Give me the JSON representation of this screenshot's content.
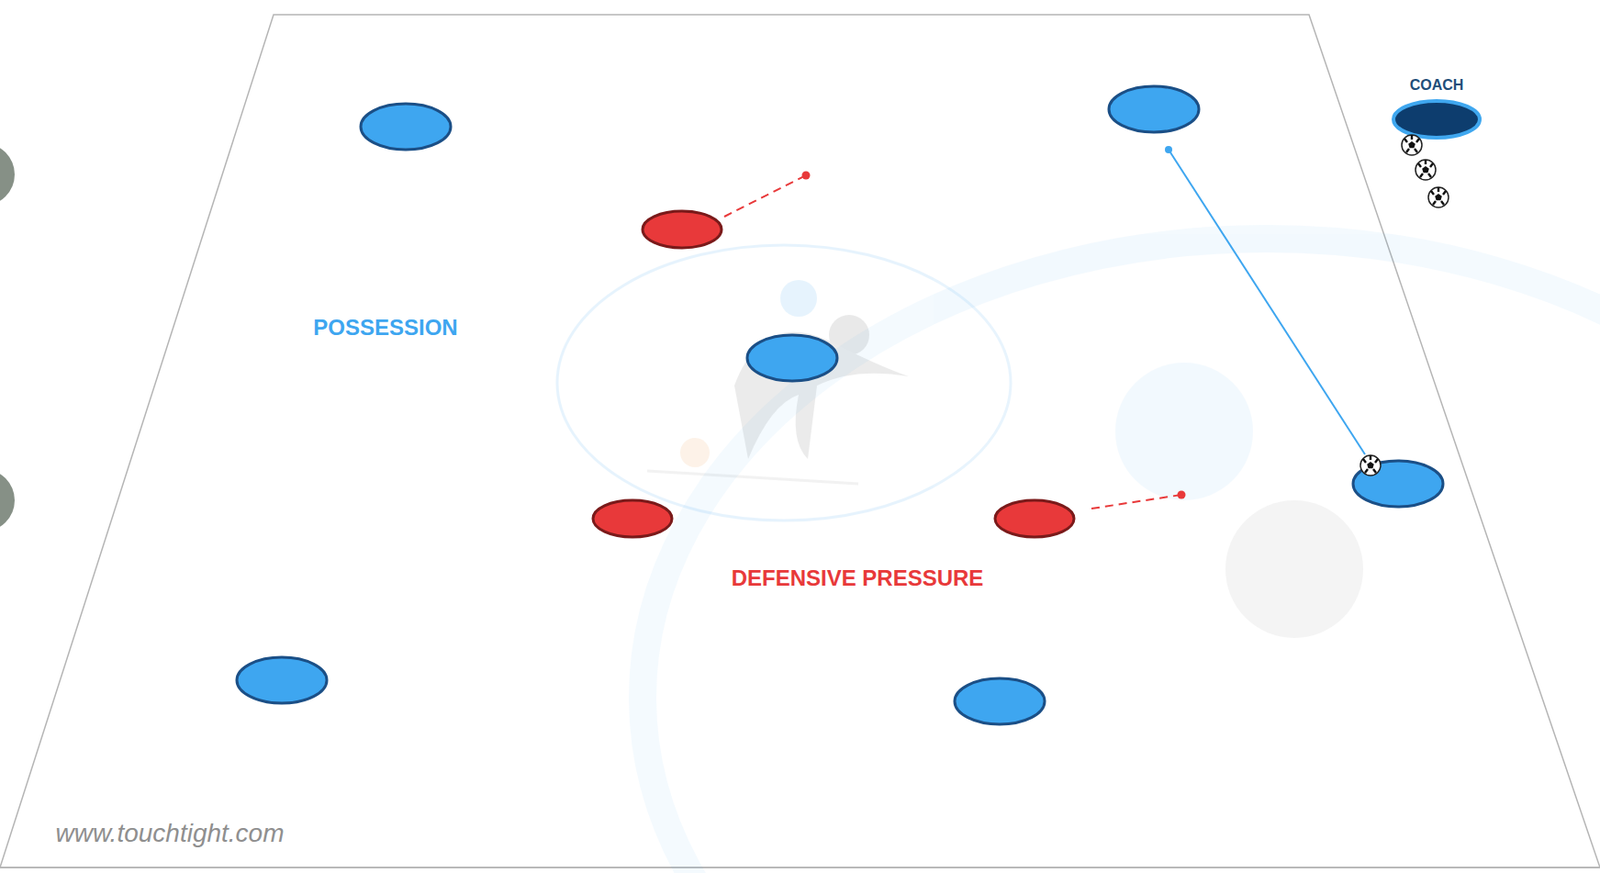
{
  "diagram": {
    "nodes": [
      {
        "text": [
          "COACH"
        ]
      }
    ],
    "labels": [
      "POSSESSION",
      "DEFENSIVE PRESSURE",
      "www.touchtight.com"
    ]
  }
}
